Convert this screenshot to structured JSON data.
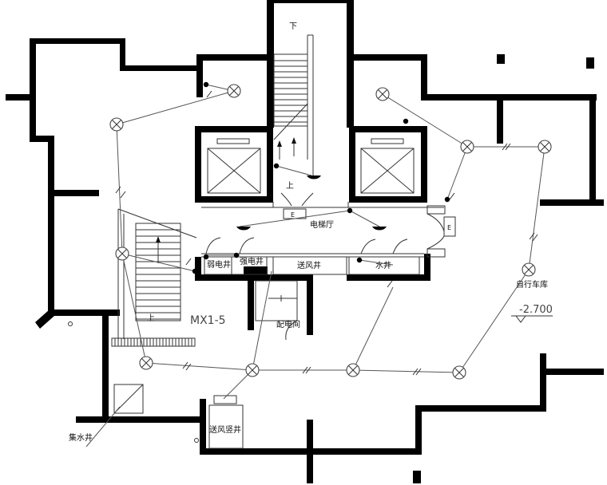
{
  "labels": {
    "elevator_hall": "电梯厅",
    "weak_shaft": "弱电井",
    "strong_shaft": "强电井",
    "air_shaft": "送风井",
    "water_shaft": "水井",
    "panel": "MX1-5",
    "dist_room": "配电间",
    "bike_garage": "自行车库",
    "elevation": "-2.700",
    "sump": "集水井",
    "air_vert": "送风竖井",
    "up1": "上",
    "up2": "上",
    "down": "下",
    "e_box": "E",
    "e_box2": "E"
  },
  "icons": {
    "ceiling_lamp": "circle-x-icon",
    "switch": "switch-dot-icon",
    "exit_light": "half-disc-icon",
    "elevator": "square-x-icon"
  }
}
